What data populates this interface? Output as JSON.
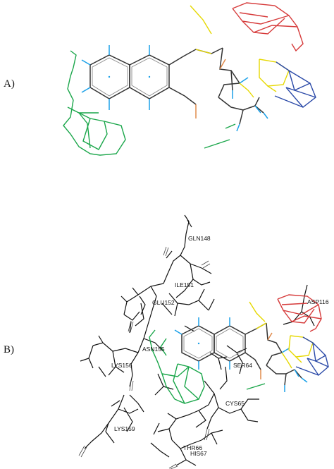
{
  "figure": {
    "panels": [
      {
        "id": "A",
        "label": "A)"
      },
      {
        "id": "B",
        "label": "B)"
      }
    ],
    "residues": [
      "GLN148",
      "ILE151",
      "GLU152",
      "ASP116",
      "ASN155",
      "LYS156",
      "SER64",
      "CYS65",
      "LYS159",
      "THR66",
      "HIS67"
    ],
    "colors": {
      "ligand": "#333333",
      "heteroatom_cyan": "#1aa0e8",
      "oxygen_orange": "#e08a4a",
      "green_fragment": "#1aa64a",
      "yellow_fragment": "#e6d800",
      "red_fragment": "#d63a3a",
      "blue_fragment": "#2b4aa8",
      "protein_black": "#111111"
    }
  }
}
